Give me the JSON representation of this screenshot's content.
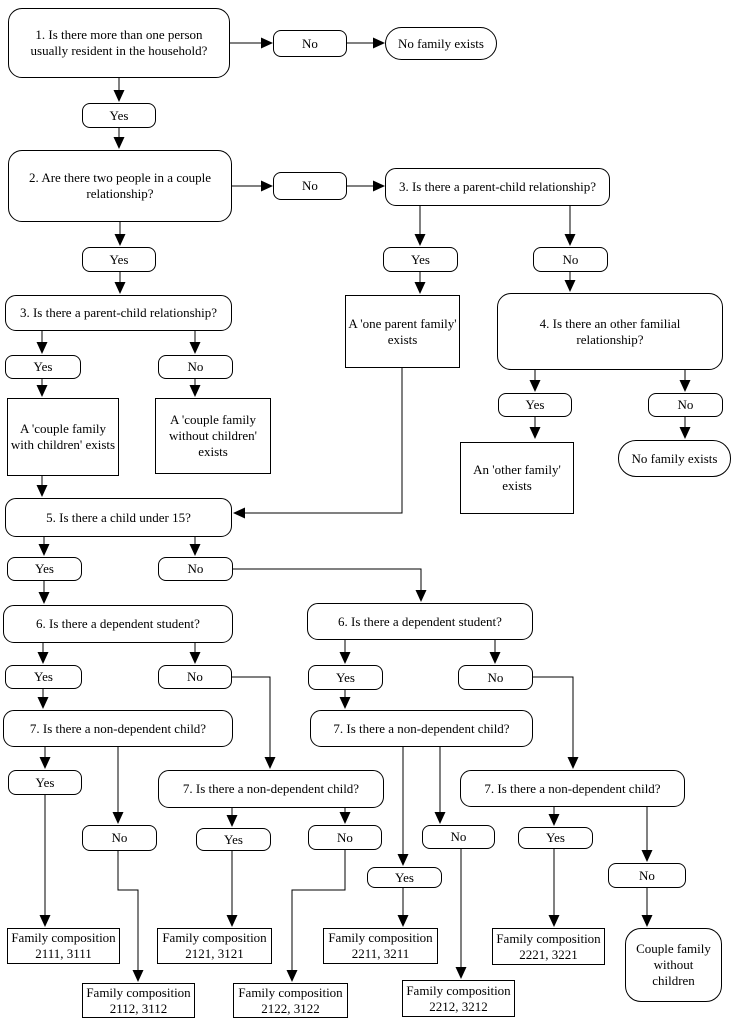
{
  "colors": {
    "background": "#ffffff",
    "line": "#000000",
    "box_border": "#000000",
    "text": "#000000"
  },
  "nodes": {
    "q1": "1. Is there more than one person usually resident in the household?",
    "no1": "No",
    "nofam1": "No family exists",
    "yes1": "Yes",
    "q2": "2. Are there two people in a couple relationship?",
    "no2": "No",
    "q3r": "3. Is there a parent-child relationship?",
    "yes2": "Yes",
    "yes3r": "Yes",
    "no3r": "No",
    "q3l": "3. Is there a parent-child relationship?",
    "oneparent": "A 'one parent family' exists",
    "q4": "4. Is there an other familial relationship?",
    "yes3l": "Yes",
    "no3l": "No",
    "yes4": "Yes",
    "no4": "No",
    "cfwith": "A 'couple family with children' exists",
    "cfwithout": "A 'couple family without children' exists",
    "otherfam": "An 'other family' exists",
    "nofam2": "No family exists",
    "q5": "5. Is there a child under 15?",
    "yes5": "Yes",
    "no5": "No",
    "q6l": "6. Is there a dependent student?",
    "q6r": "6. Is there a dependent student?",
    "yes6l": "Yes",
    "no6l": "No",
    "yes6r": "Yes",
    "no6r": "No",
    "q7a": "7. Is there a non-dependent child?",
    "q7b": "7. Is there a non-dependent child?",
    "q7c": "7. Is there a non-dependent child?",
    "q7d": "7. Is there a non-dependent child?",
    "yes7a": "Yes",
    "no7a": "No",
    "yes7c": "Yes",
    "no7c": "No",
    "no7b": "No",
    "yes7b": "Yes",
    "yes7d": "Yes",
    "no7d": "No",
    "fc2111": "Family composition 2111, 3111",
    "fc2112": "Family composition 2112, 3112",
    "fc2121": "Family composition 2121, 3121",
    "fc2122": "Family composition 2122, 3122",
    "fc2211": "Family composition 2211, 3211",
    "fc2212": "Family composition 2212, 3212",
    "fc2221": "Family composition 2221, 3221",
    "cfwoch": "Couple family without children"
  }
}
